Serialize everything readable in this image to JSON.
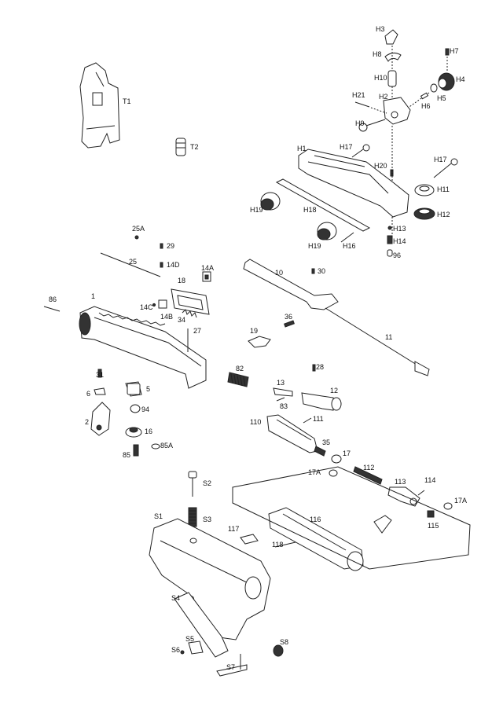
{
  "labels": {
    "H3": "H3",
    "H8": "H8",
    "H7": "H7",
    "H10": "H10",
    "H4": "H4",
    "H5": "H5",
    "H21": "H21",
    "H2": "H2",
    "H6": "H6",
    "H9": "H9",
    "T1": "T1",
    "T2": "T2",
    "H1": "H1",
    "H17a": "H17",
    "H20": "H20",
    "H17b": "H17",
    "H11": "H11",
    "H19a": "H19",
    "H18": "H18",
    "H12": "H12",
    "H13": "H13",
    "H14": "H14",
    "H19b": "H19",
    "H16": "H16",
    "96": "96",
    "25A": "25A",
    "29": "29",
    "25": "25",
    "14D": "14D",
    "14A": "14A",
    "10": "10",
    "30": "30",
    "18": "18",
    "86": "86",
    "1": "1",
    "14C": "14C",
    "14B": "14B",
    "34": "34",
    "36": "36",
    "27": "27",
    "19": "19",
    "11": "11",
    "82": "82",
    "28": "28",
    "31": "31",
    "13": "13",
    "12": "12",
    "6": "6",
    "5": "5",
    "83": "83",
    "94": "94",
    "110": "110",
    "111": "111",
    "2": "2",
    "16": "16",
    "35": "35",
    "17a": "17",
    "85": "85",
    "85A": "85A",
    "17Aa": "17A",
    "112": "112",
    "113": "113",
    "114": "114",
    "S2": "S2",
    "17Ab": "17A",
    "115": "115",
    "S1": "S1",
    "S3": "S3",
    "116": "116",
    "117": "117",
    "118": "118",
    "S4": "S4",
    "S5": "S5",
    "S6": "S6",
    "S8": "S8",
    "S7": "S7"
  }
}
